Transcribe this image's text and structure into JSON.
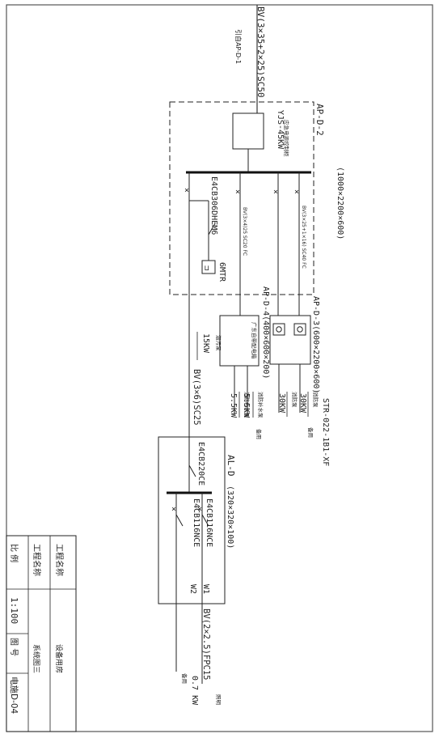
{
  "feeder_in": {
    "cable": "BV(3×35+2×25)SC50",
    "source": "引自AP-D-1"
  },
  "ap_d_2": {
    "label": "AP-D-2",
    "size": "(1000×2200×600)",
    "control_box": "应急电源控制柜",
    "rating": "YJS-45KW",
    "breaker": "E4CB306DHEM6",
    "meter": "6MTR",
    "branch_cable_1": "BV(3×4)25 SC20 FC",
    "branch_cable_2": "BV(3×25+1×16) SC40 FC"
  },
  "ap_d_3": {
    "label": "AP-D-3(600×2200×600)",
    "plan_ref": "STR-022-1B1-XF",
    "load_1_name": "消防泵",
    "load_1_kw": "30KW",
    "load_2_name": "消防泵",
    "load_2_kw": "30KW",
    "spare": "备用"
  },
  "ap_d_4": {
    "label": "AP-D-4(400×600×200)",
    "box_name": "广东自带配电箱",
    "load_1_name": "消防补水泵",
    "load_1_kw": "5.5KW",
    "load_2_name": "消防补水泵",
    "load_2_kw": "5.5KW",
    "spare": "备用"
  },
  "drain_pump": {
    "name": "潜污泵",
    "kw": "15KW",
    "cable": "BV(3×6)SC25"
  },
  "al_d": {
    "label": "AL-D",
    "size": "(320×320×100)",
    "main_breaker": "E4CB220CE",
    "w1_breaker": "E4CB116NCE",
    "w1": "W1",
    "w1_cable": "BV(2×2.5)FPC15",
    "w1_kw": "0.7 KW",
    "w1_use": "照明",
    "w2_breaker": "E4CB116NCE",
    "w2": "W2",
    "w2_use": "备用"
  },
  "title_block": {
    "project_name_label": "工程名称",
    "project_name_value": "设备用房",
    "drawing_name_label": "工程名称",
    "drawing_name_value": "系统图三",
    "scale_label": "比 例",
    "scale_value": "1:100",
    "drawing_no_label": "图 号",
    "drawing_no_value": "电施D-04"
  }
}
